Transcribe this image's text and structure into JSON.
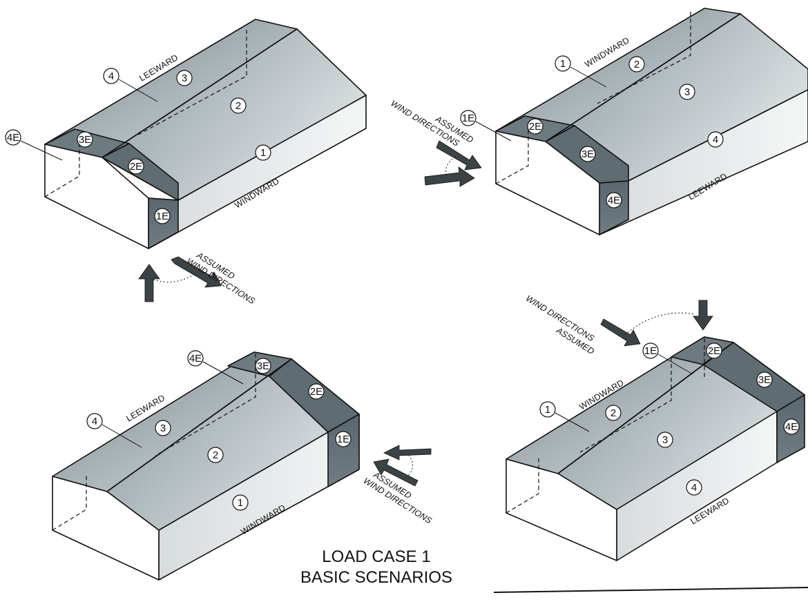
{
  "caption": {
    "line1": "LOAD CASE 1",
    "line2": "BASIC SCENARIOS"
  },
  "labels": {
    "windward": "WINDWARD",
    "leeward": "LEEWARD",
    "assumed": "ASSUMED",
    "wind_directions": "WIND DIRECTIONS"
  },
  "zones": [
    "1",
    "2",
    "3",
    "4",
    "1E",
    "2E",
    "3E",
    "4E"
  ],
  "colors": {
    "end_zone_dark": "#5d6b72",
    "roof_mid": "#8f9ca2",
    "roof_light": "#c9d0d3",
    "wall_light": "#e3e7e8",
    "arrow": "#3b4347",
    "line": "#111111"
  }
}
